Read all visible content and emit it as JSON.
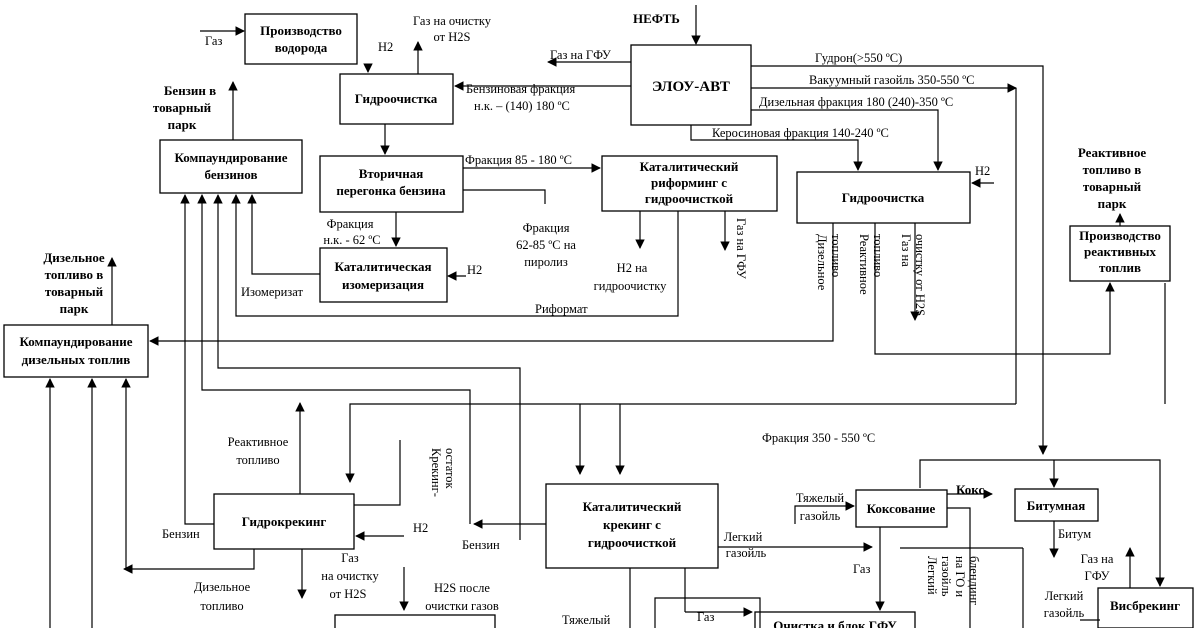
{
  "boxes": {
    "h2_production": [
      "Производство",
      "водорода"
    ],
    "hydrotreat_naphtha": [
      "Гидроочистка"
    ],
    "elou_avt": [
      "ЭЛОУ-АВТ"
    ],
    "secondary_distillation": [
      "Вторичная",
      "перегонка бензина"
    ],
    "catalytic_reforming": [
      "Каталитический",
      "риформинг с",
      "гидроочисткой"
    ],
    "hydrotreat_distillates": [
      "Гидроочистка"
    ],
    "gasoline_blending": [
      "Компаундирование",
      "бензинов"
    ],
    "catalytic_isomerization": [
      "Каталитическая",
      "изомеризация"
    ],
    "jet_fuel_production": [
      "Производство",
      "реактивных",
      "топлив"
    ],
    "diesel_blending": [
      "Компаундирование",
      "дизельных топлив"
    ],
    "hydrocracking": [
      "Гидрокрекинг"
    ],
    "catalytic_cracking": [
      "Каталитический",
      "крекинг с",
      "гидроочисткой"
    ],
    "coking": [
      "Коксование"
    ],
    "bitumen": [
      "Битумная"
    ],
    "visbreaking": [
      "Висбрекинг"
    ],
    "gas_cleaning": [
      "Очистка и блок ГФУ"
    ]
  },
  "labels": {
    "crude_oil": "НЕФТЬ",
    "gas_to_h2": "Газ",
    "h2_1": "H2",
    "gas_to_h2s_1": [
      "Газ на очистку",
      "от H2S"
    ],
    "gas_to_gfu_1": "Газ на ГФУ",
    "tar": "Гудрон(>550 ºC)",
    "vacuum_gasoil": "Вакуумный газойль 350-550 ºC",
    "diesel_fraction": "Дизельная фракция 180 (240)-350 ºC",
    "kerosene_fraction": "Керосиновая фракция 140-240 ºC",
    "gasoline_fraction": [
      "Бензиновая фракция",
      "н.к. – (140) 180 ºC"
    ],
    "fraction_85_180": "Фракция 85 - 180 ºC",
    "gasoline_to_stock": [
      "Бензин в",
      "товарный",
      "парк"
    ],
    "fraction_nk_62": [
      "Фракция",
      "н.к. - 62 ºC"
    ],
    "fraction_62_85": [
      "Фракция",
      "62-85 ºC на",
      "пиролиз"
    ],
    "h2_to_hydrotreat": [
      "H2  на",
      "гидроочистку"
    ],
    "gas_to_gfu_2": "Газ на ГФУ",
    "h2_2": "H2",
    "h2_3": "H2",
    "isomerate": "Изомеризат",
    "reformate": "Риформат",
    "diesel_fuel_vertical": [
      "Дизельное",
      "топливо"
    ],
    "jet_fuel_vertical": [
      "Реактивное",
      "топливо"
    ],
    "gas_h2s_vertical": [
      "Газ на",
      "очистку от H2S"
    ],
    "jet_to_stock": [
      "Реактивное",
      "топливо в",
      "товарный",
      "парк"
    ],
    "diesel_to_stock": [
      "Дизельное",
      "топливо в",
      "товарный",
      "парк"
    ],
    "jet_fuel_2": [
      "Реактивное",
      "топливо"
    ],
    "cracking_residue": [
      "Крекинг-",
      "остаток"
    ],
    "fraction_350_550": "Фракция 350 - 550 ºC",
    "heavy_gasoil_1": [
      "Тяжелый",
      "газойль"
    ],
    "coke": "Кокс",
    "bitumen_out": "Битум",
    "gasoline_1": "Бензин",
    "h2_4": "H2",
    "gasoline_2": "Бензин",
    "light_gasoil_1": [
      "Легкий",
      "газойль"
    ],
    "gas_1": "Газ",
    "light_gasoil_vertical": [
      "Легкий",
      "газойль",
      "на ГО и",
      "блендинг"
    ],
    "gas_to_gfu_3": [
      "Газ на",
      "ГФУ"
    ],
    "light_gasoil_2": [
      "Легкий",
      "газойль"
    ],
    "diesel_fuel_2": [
      "Дизельное",
      "топливо"
    ],
    "gas_h2s_2": [
      "Газ",
      "на очистку",
      "от H2S"
    ],
    "h2s_after": [
      "H2S после",
      "очистки газов"
    ],
    "heavy_gasoil_2": "Тяжелый",
    "gas_2": "Газ"
  }
}
